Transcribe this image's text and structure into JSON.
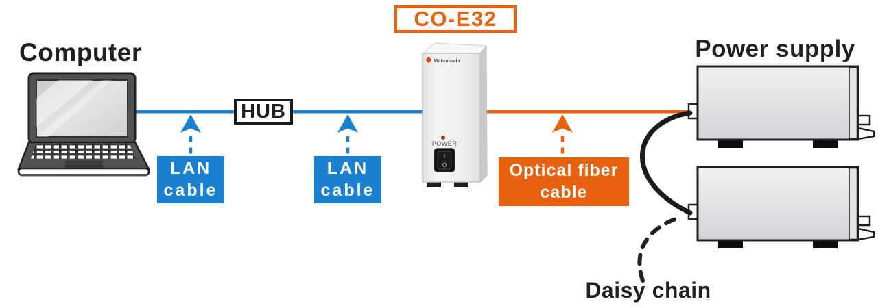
{
  "colors": {
    "lan_blue": "#1a80cf",
    "fiber_orange": "#e8610e",
    "ink_black": "#231f20",
    "cable_black": "#1b1b1b"
  },
  "nodes": {
    "computer": {
      "label": "Computer"
    },
    "hub": {
      "label": "HUB"
    },
    "converter": {
      "model": "CO-E32",
      "brand": "Matsusada",
      "power_label": "POWER",
      "switch_on": "I",
      "switch_off": "O"
    },
    "power_supply": {
      "label": "Power supply",
      "unit_count": 2
    }
  },
  "cables": {
    "lan_1": {
      "line1": "LAN",
      "line2": "cable"
    },
    "lan_2": {
      "line1": "LAN",
      "line2": "cable"
    },
    "optical": {
      "line1": "Optical fiber",
      "line2": "cable"
    },
    "daisy_chain": {
      "label": "Daisy chain"
    }
  }
}
